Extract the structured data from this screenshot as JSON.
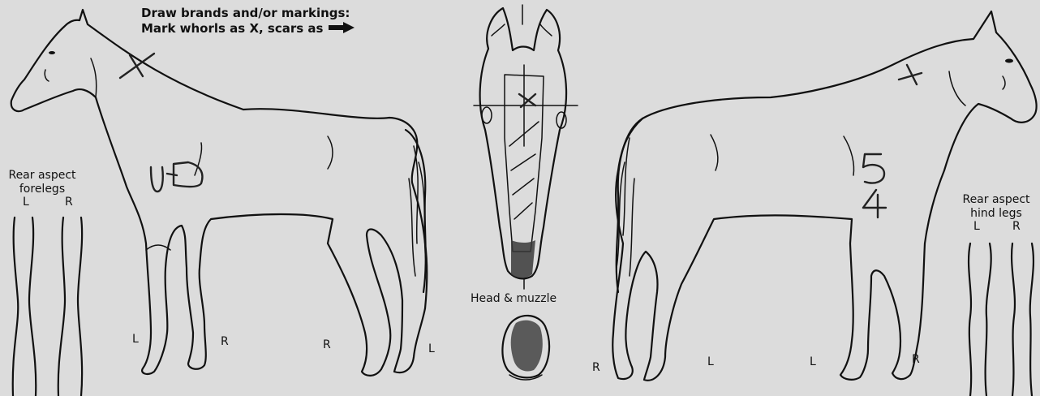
{
  "instructions": {
    "line1": "Draw brands and/or markings:",
    "line2": "Mark whorls as X, scars as"
  },
  "left_panel": {
    "title_line1": "Rear aspect",
    "title_line2": "forelegs",
    "left": "L",
    "right": "R"
  },
  "right_panel": {
    "title_line1": "Rear aspect",
    "title_line2": "hind legs",
    "left": "L",
    "right": "R"
  },
  "head_label": "Head & muzzle",
  "leg_labels": {
    "left_horse_front_left": "L",
    "left_horse_front_right": "R",
    "left_horse_hind_right": "R",
    "left_horse_hind_left": "L",
    "head_right": "R",
    "right_horse_front_left": "L",
    "right_horse_hind_left": "L",
    "right_horse_hind_right": "R"
  },
  "markings": {
    "left_brand": "UD",
    "right_brand_top": "5",
    "right_brand_bottom": "4"
  },
  "icons": [
    "whorl-x-icon",
    "scar-arrow-icon"
  ]
}
